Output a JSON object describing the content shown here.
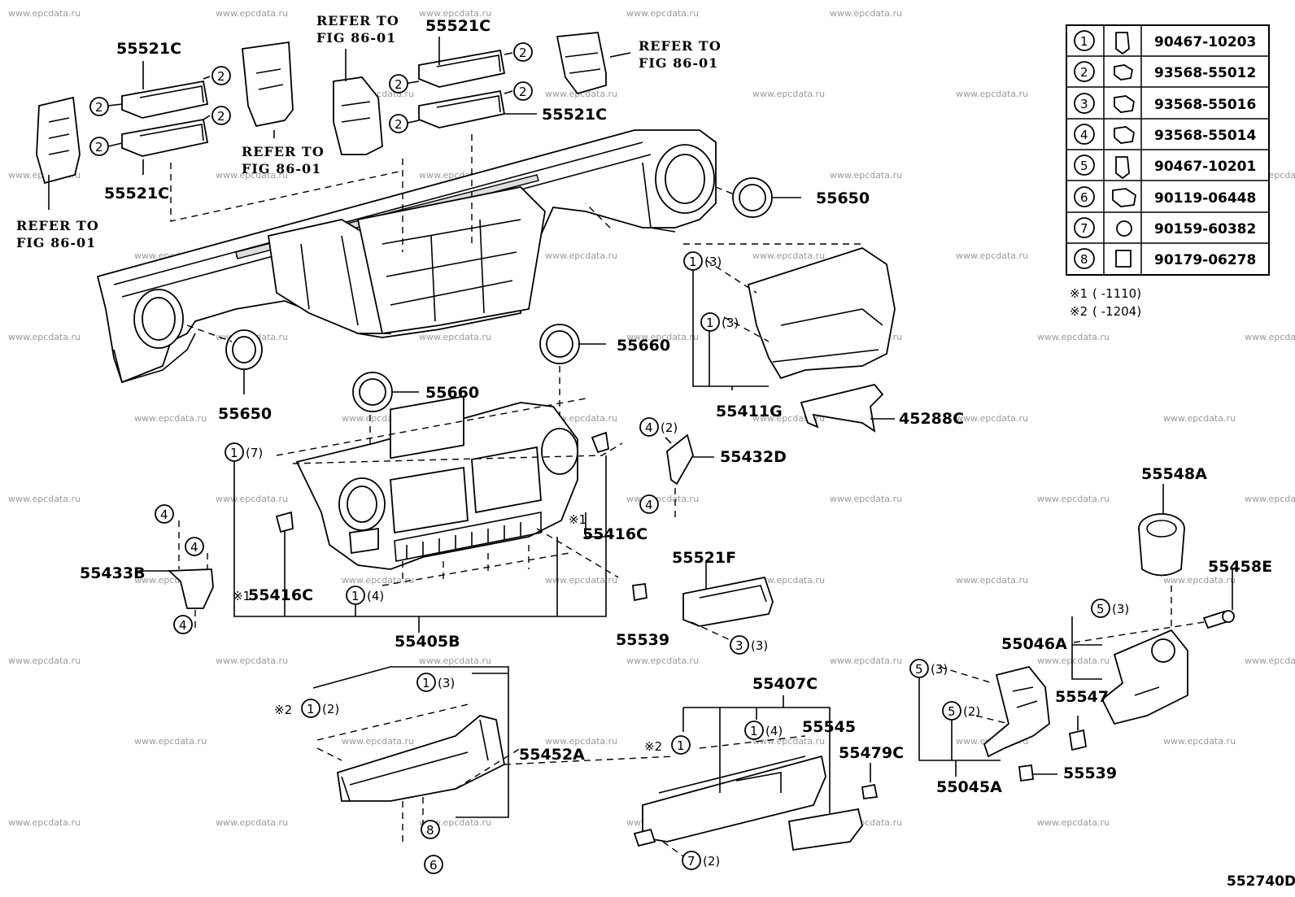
{
  "watermark": "www.epcdata.ru",
  "diagram_code": "552740D",
  "references": [
    {
      "id": "ref1",
      "line1": "REFER TO",
      "line2": "FIG 86-01"
    },
    {
      "id": "ref2",
      "line1": "REFER TO",
      "line2": "FIG 86-01"
    },
    {
      "id": "ref3",
      "line1": "REFER TO",
      "line2": "FIG 86-01"
    },
    {
      "id": "ref4",
      "line1": "REFER TO",
      "line2": "FIG 86-01"
    }
  ],
  "parts": {
    "p1": "55521C",
    "p2": "55521C",
    "p3": "55521C",
    "p4": "55521C",
    "p5": "55650",
    "p6": "55650",
    "p7": "55660",
    "p8": "55660",
    "p9": "55411G",
    "p10": "45288C",
    "p11": "55432D",
    "p12": "55416C",
    "p13": "55416C",
    "p14": "55433B",
    "p15": "55405B",
    "p16": "55539",
    "p17": "55521F",
    "p18": "55548A",
    "p19": "55458E",
    "p20": "55046A",
    "p21": "55547",
    "p22": "55539",
    "p23": "55045A",
    "p24": "55407C",
    "p25": "55545",
    "p26": "55479C",
    "p27": "55452A"
  },
  "marks": {
    "note1": "※1",
    "note2": "※2",
    "note1_prefix": "※1"
  },
  "fastener_table": [
    {
      "num": "1",
      "part": "90467-10203"
    },
    {
      "num": "2",
      "part": "93568-55012"
    },
    {
      "num": "3",
      "part": "93568-55016"
    },
    {
      "num": "4",
      "part": "93568-55014"
    },
    {
      "num": "5",
      "part": "90467-10201"
    },
    {
      "num": "6",
      "part": "90119-06448"
    },
    {
      "num": "7",
      "part": "90159-60382"
    },
    {
      "num": "8",
      "part": "90179-06278"
    }
  ],
  "notes": [
    {
      "mark": "※1",
      "text": "(   -1110)"
    },
    {
      "mark": "※2",
      "text": "(   -1204)"
    }
  ],
  "quantities": {
    "q3": "(3)",
    "q7": "(7)",
    "q4": "(4)",
    "q2": "(2)"
  }
}
